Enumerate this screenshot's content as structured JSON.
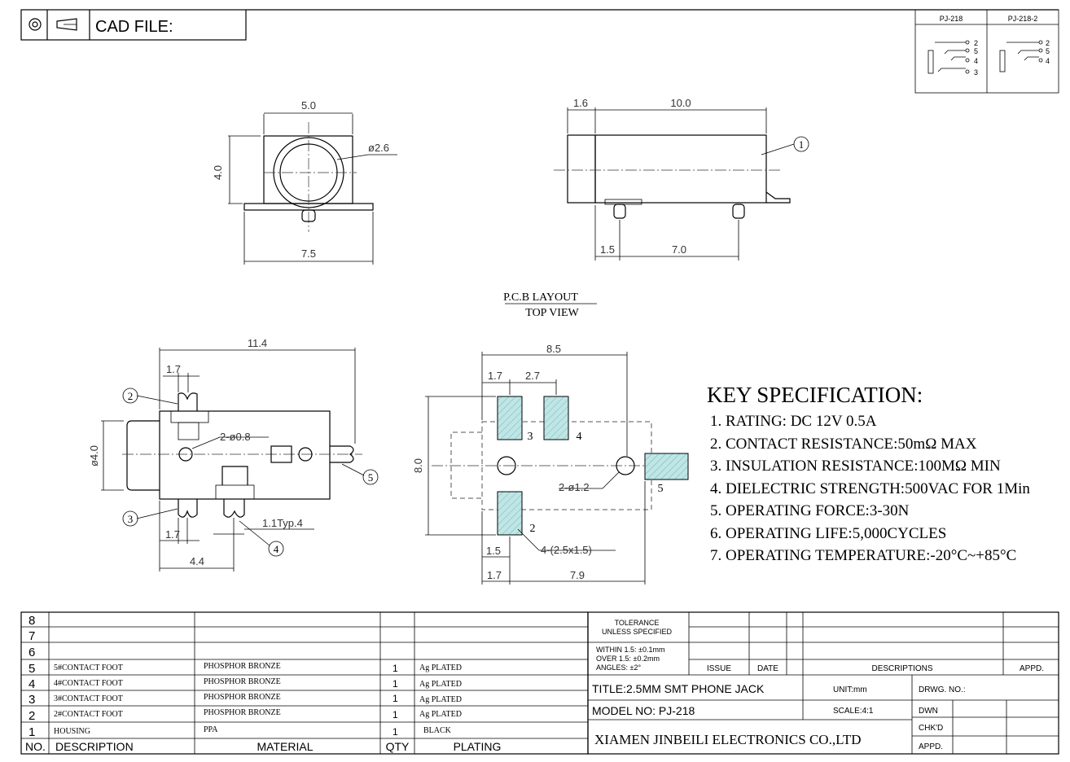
{
  "cad_header": {
    "label": "CAD FILE:"
  },
  "variants": {
    "left": "PJ-218",
    "right": "PJ-218-2",
    "pins_left": [
      "2",
      "5",
      "4",
      "3"
    ],
    "pins_right": [
      "2",
      "5",
      "4"
    ]
  },
  "front_view": {
    "width": "5.0",
    "height": "4.0",
    "hole": "ø2.6",
    "base": "7.5"
  },
  "side_view": {
    "front": "1.6",
    "length": "10.0",
    "pin_offset": "1.5",
    "pin_pitch": "7.0",
    "callout": "1"
  },
  "pcb_title": {
    "line1": "P.C.B LAYOUT",
    "line2": "TOP VIEW"
  },
  "top_view": {
    "overall": "11.4",
    "pin_w": "1.7",
    "holes": "2-ø0.8",
    "dia": "ø4.0",
    "pin_w2": "1.7",
    "span": "4.4",
    "typ": "1.1Typ.4",
    "callouts": [
      "2",
      "3",
      "4",
      "5"
    ]
  },
  "pcb_layout": {
    "overall": "8.5",
    "d1": "1.7",
    "d2": "2.7",
    "height": "8.0",
    "holes": "2-ø1.2",
    "pads": "4-(2.5x1.5)",
    "d3": "1.5",
    "d4": "1.7",
    "d5": "7.9",
    "pad_labels": [
      "3",
      "4",
      "2",
      "5"
    ]
  },
  "spec": {
    "heading": "KEY SPECIFICATION:",
    "items": [
      "1. RATING: DC 12V   0.5A",
      "2. CONTACT RESISTANCE:50mΩ MAX",
      "3. INSULATION RESISTANCE:100MΩ MIN",
      "4. DIELECTRIC STRENGTH:500VAC FOR 1Min",
      "5. OPERATING FORCE:3-30N",
      "6. OPERATING LIFE:5,000CYCLES",
      "7. OPERATING TEMPERATURE:-20°C~+85°C"
    ]
  },
  "bom": {
    "headers": {
      "no": "NO.",
      "desc": "DESCRIPTION",
      "mat": "MATERIAL",
      "qty": "QTY",
      "plating": "PLATING"
    },
    "rows": [
      {
        "no": "8",
        "desc": "",
        "mat": "",
        "qty": "",
        "plating": ""
      },
      {
        "no": "7",
        "desc": "",
        "mat": "",
        "qty": "",
        "plating": ""
      },
      {
        "no": "6",
        "desc": "",
        "mat": "",
        "qty": "",
        "plating": ""
      },
      {
        "no": "5",
        "desc": "5#CONTACT FOOT",
        "mat": "PHOSPHOR BRONZE",
        "qty": "1",
        "plating": "Ag PLATED"
      },
      {
        "no": "4",
        "desc": "4#CONTACT FOOT",
        "mat": "PHOSPHOR BRONZE",
        "qty": "1",
        "plating": "Ag PLATED"
      },
      {
        "no": "3",
        "desc": "3#CONTACT FOOT",
        "mat": "PHOSPHOR BRONZE",
        "qty": "1",
        "plating": "Ag PLATED"
      },
      {
        "no": "2",
        "desc": "2#CONTACT FOOT",
        "mat": "PHOSPHOR BRONZE",
        "qty": "1",
        "plating": "Ag PLATED"
      },
      {
        "no": "1",
        "desc": "HOUSING",
        "mat": "PPA",
        "qty": "1",
        "plating": "BLACK"
      }
    ]
  },
  "title_block": {
    "tolerance": "TOLERANCE",
    "tolerance2": "UNLESS SPECIFIED",
    "tol1": "WITHIN 1.5: ±0.1mm",
    "tol2": "OVER 1.5:  ±0.2mm",
    "tol3": "ANGLES: ±2°",
    "issue": "ISSUE",
    "date": "DATE",
    "descriptions": "DESCRIPTIONS",
    "appd": "APPD.",
    "title": "TITLE:2.5MM SMT PHONE JACK",
    "model": "MODEL NO: PJ-218",
    "unit": "UNIT:mm",
    "scale": "SCALE:4:1",
    "drwg": "DRWG. NO.:",
    "dwn": "DWN",
    "chkd": "CHK'D",
    "appd2": "APPD.",
    "company": "XIAMEN JINBEILI ELECTRONICS CO.,LTD"
  }
}
